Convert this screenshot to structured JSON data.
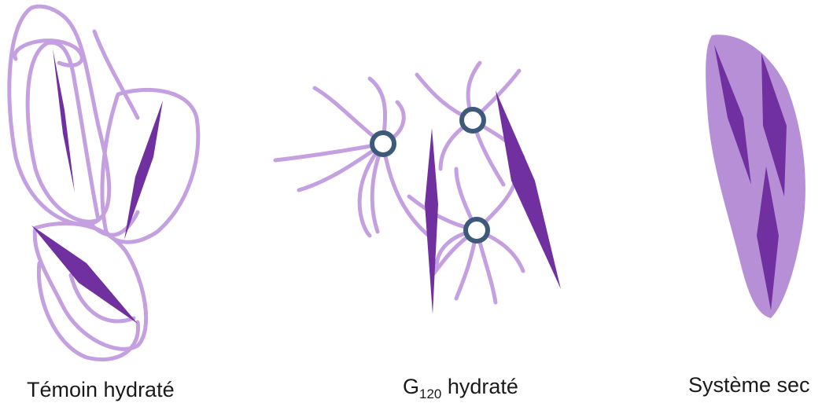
{
  "colors": {
    "crystal": "#7030a0",
    "fiber": "#c4a0e0",
    "matrix": "#b78fd6",
    "particle_ring": "#3e5a7a"
  },
  "panels": [
    {
      "id": "temoin",
      "caption": "Témoin hydraté"
    },
    {
      "id": "g120",
      "caption_main": "G",
      "caption_sub": "120",
      "caption_rest": " hydraté"
    },
    {
      "id": "sec",
      "caption": "Système sec"
    }
  ]
}
